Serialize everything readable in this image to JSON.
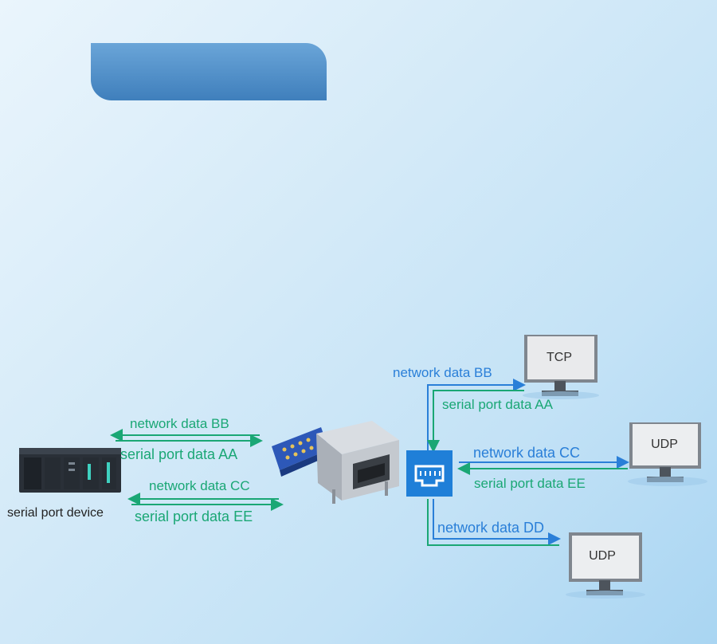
{
  "labels": {
    "left_network_bb": "network data BB",
    "left_serial_aa": "serial port data AA",
    "left_network_cc": "network data CC",
    "left_serial_ee": "serial port data EE",
    "serial_device": "serial port device",
    "right_network_bb": "network data BB",
    "right_serial_aa": "serial port data AA",
    "right_network_cc": "network data CC",
    "right_serial_ee": "serial port data EE",
    "right_network_dd": "network data DD"
  },
  "monitors": {
    "tcp": "TCP",
    "udp1": "UDP",
    "udp2": "UDP"
  },
  "colors": {
    "green": "#1aa775",
    "blue": "#2a7fd8",
    "banner": "#4f8ec9"
  }
}
